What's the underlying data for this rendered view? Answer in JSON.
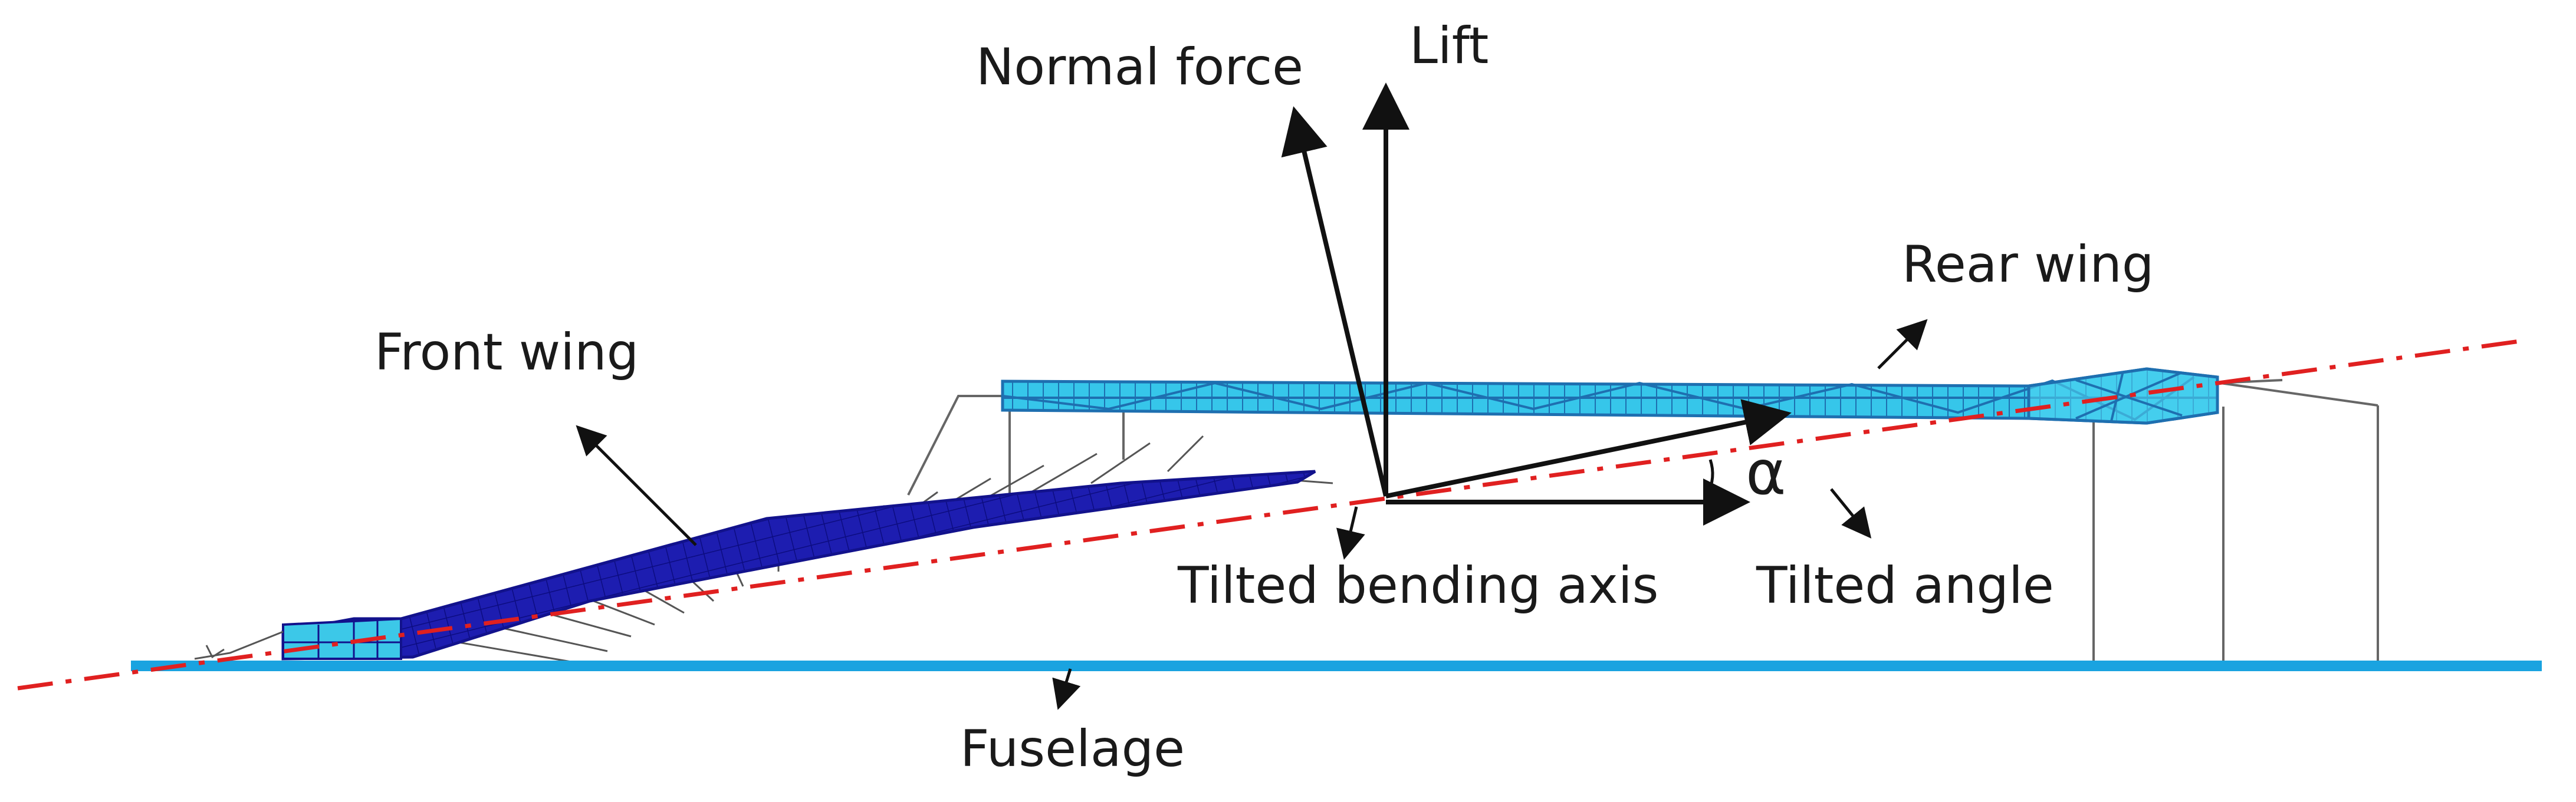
{
  "labels": {
    "normal_force": "Normal force",
    "lift": "Lift",
    "rear_wing": "Rear wing",
    "front_wing": "Front wing",
    "alpha": "α",
    "tilted_bending_axis": "Tilted bending axis",
    "tilted_angle": "Tilted angle",
    "fuselage": "Fuselage"
  },
  "colors": {
    "fuselage": "#1aa3e0",
    "bending_axis": "#e02020",
    "front_wing_mesh": "#1a1aa8",
    "front_wing_cells": "#3cc8e8",
    "rear_wing_mesh": "#1e6fb0",
    "rear_wing_cells": "#36c6ea",
    "struts": "#666666",
    "arrows": "#111111"
  }
}
